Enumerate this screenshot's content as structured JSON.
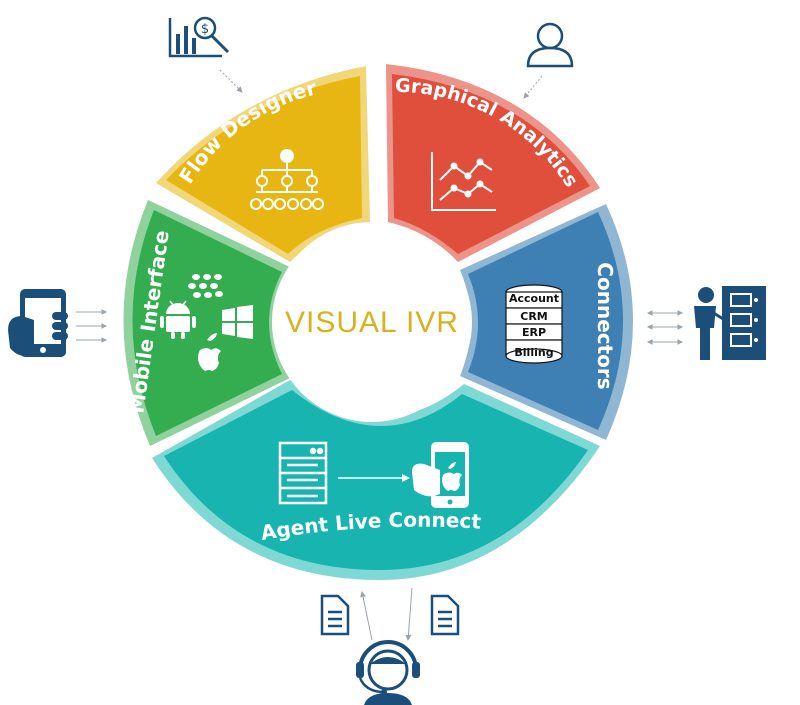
{
  "center": {
    "title": "VISUAL IVR",
    "color": "#d7b21e"
  },
  "segments": {
    "flow_designer": {
      "label": "Flow Designer",
      "color": "#e8b612",
      "rim": "#f2d67a"
    },
    "graphical_analytics": {
      "label": "Graphical Analytics",
      "color": "#e04e3c",
      "rim": "#ec938a"
    },
    "connectors": {
      "label": "Connectors",
      "color": "#3e80b3",
      "rim": "#8fb6d3"
    },
    "agent_live_connect": {
      "label": "Agent Live Connect",
      "color": "#18b4b0",
      "rim": "#7fd8d4"
    },
    "mobile_interface": {
      "label": "Mobile Interface",
      "color": "#33ad4f",
      "rim": "#8fd29e"
    }
  },
  "database_stack": [
    "Account",
    "CRM",
    "ERP",
    "Billing"
  ],
  "icons": {
    "outer": [
      "analytics-report-icon",
      "user-icon",
      "presenter-server-icon",
      "headset-agent-icon",
      "document-icon",
      "document-icon",
      "hand-smartphone-icon"
    ],
    "inner": [
      "org-hierarchy-icon",
      "line-chart-icon",
      "database-stack-icon",
      "server-icon",
      "arrow-right-icon",
      "phone-apple-icon",
      "blackberry-icon",
      "android-icon",
      "windows-icon",
      "apple-icon"
    ]
  },
  "colors": {
    "icon_navy": "#1b4f7a",
    "arrow_gray": "#9aa4ad"
  }
}
